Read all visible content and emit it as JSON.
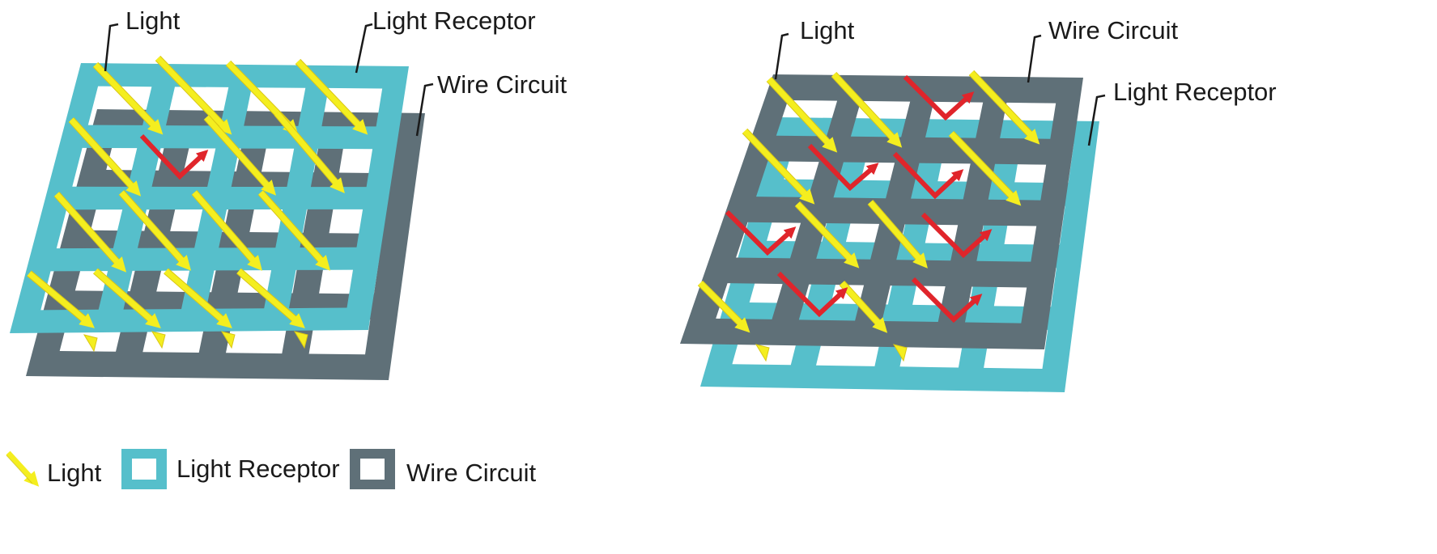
{
  "colors": {
    "receptor": "#56BFCB",
    "wire": "#5F7078",
    "light": "#F4EE1F",
    "light_dark": "#D9C615",
    "reflect": "#E0252B",
    "hole": "#FFFFFF"
  },
  "left_diagram": {
    "label_light": "Light",
    "label_receptor": "Light Receptor",
    "label_wire": "Wire Circuit"
  },
  "right_diagram": {
    "label_light": "Light",
    "label_wire": "Wire Circuit",
    "label_receptor": "Light Receptor"
  },
  "legend": {
    "light": "Light",
    "receptor": "Light Receptor",
    "wire": "Wire Circuit"
  }
}
